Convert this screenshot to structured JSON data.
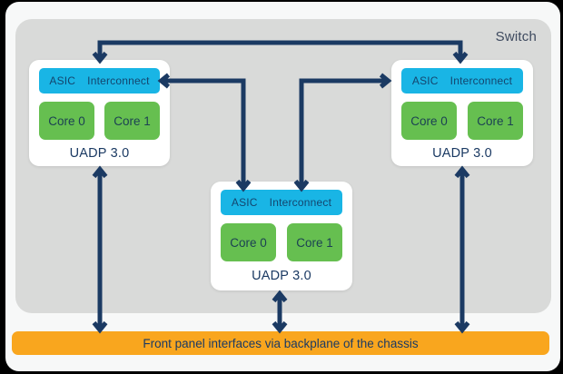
{
  "switch": {
    "label": "Switch"
  },
  "blocks": [
    {
      "id": "left",
      "asic_label": "ASIC",
      "interconnect_label": "Interconnect",
      "cores": [
        "Core 0",
        "Core 1"
      ],
      "name": "UADP 3.0"
    },
    {
      "id": "center",
      "asic_label": "ASIC",
      "interconnect_label": "Interconnect",
      "cores": [
        "Core 0",
        "Core 1"
      ],
      "name": "UADP 3.0"
    },
    {
      "id": "right",
      "asic_label": "ASIC",
      "interconnect_label": "Interconnect",
      "cores": [
        "Core 0",
        "Core 1"
      ],
      "name": "UADP 3.0"
    }
  ],
  "backplane": {
    "label": "Front panel interfaces via backplane of the chassis"
  },
  "colors": {
    "asic_bar_cyan": "#19b5e5",
    "core_green": "#66bf50",
    "arrow_navy": "#1b3a63",
    "backplane_orange": "#f9a61e",
    "switch_gray": "#d9dad9",
    "block_white": "#ffffff"
  }
}
